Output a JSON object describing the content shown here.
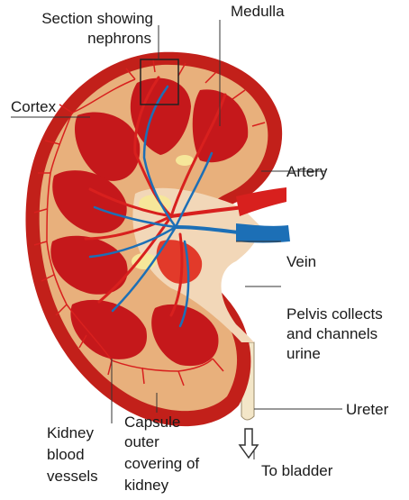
{
  "colors": {
    "cortex": "#e8b07c",
    "capsule": "#c2201a",
    "pyramid": "#c5181b",
    "pyramid_light": "#e23a2a",
    "artery": "#d8201e",
    "vein": "#1c6fb6",
    "pelvis": "#f2d7b8",
    "ureter": "#f3e6c8",
    "fat": "#f6e79a",
    "label_text": "#1a1a1a",
    "leader_line": "#333333"
  },
  "labels": {
    "section_nephrons": [
      "Section showing",
      "nephrons"
    ],
    "medulla": "Medulla",
    "cortex": "Cortex",
    "artery": "Artery",
    "vein": "Vein",
    "pelvis": [
      "Pelvis collects",
      "and channels",
      "urine"
    ],
    "ureter": "Ureter",
    "to_bladder": "To bladder",
    "kidney_vessels": [
      "Kidney",
      "blood",
      "vessels"
    ],
    "capsule": [
      "Capsule",
      "outer",
      "covering of",
      "kidney"
    ]
  },
  "icons": {
    "flow_arrow": "down-arrow-icon"
  }
}
